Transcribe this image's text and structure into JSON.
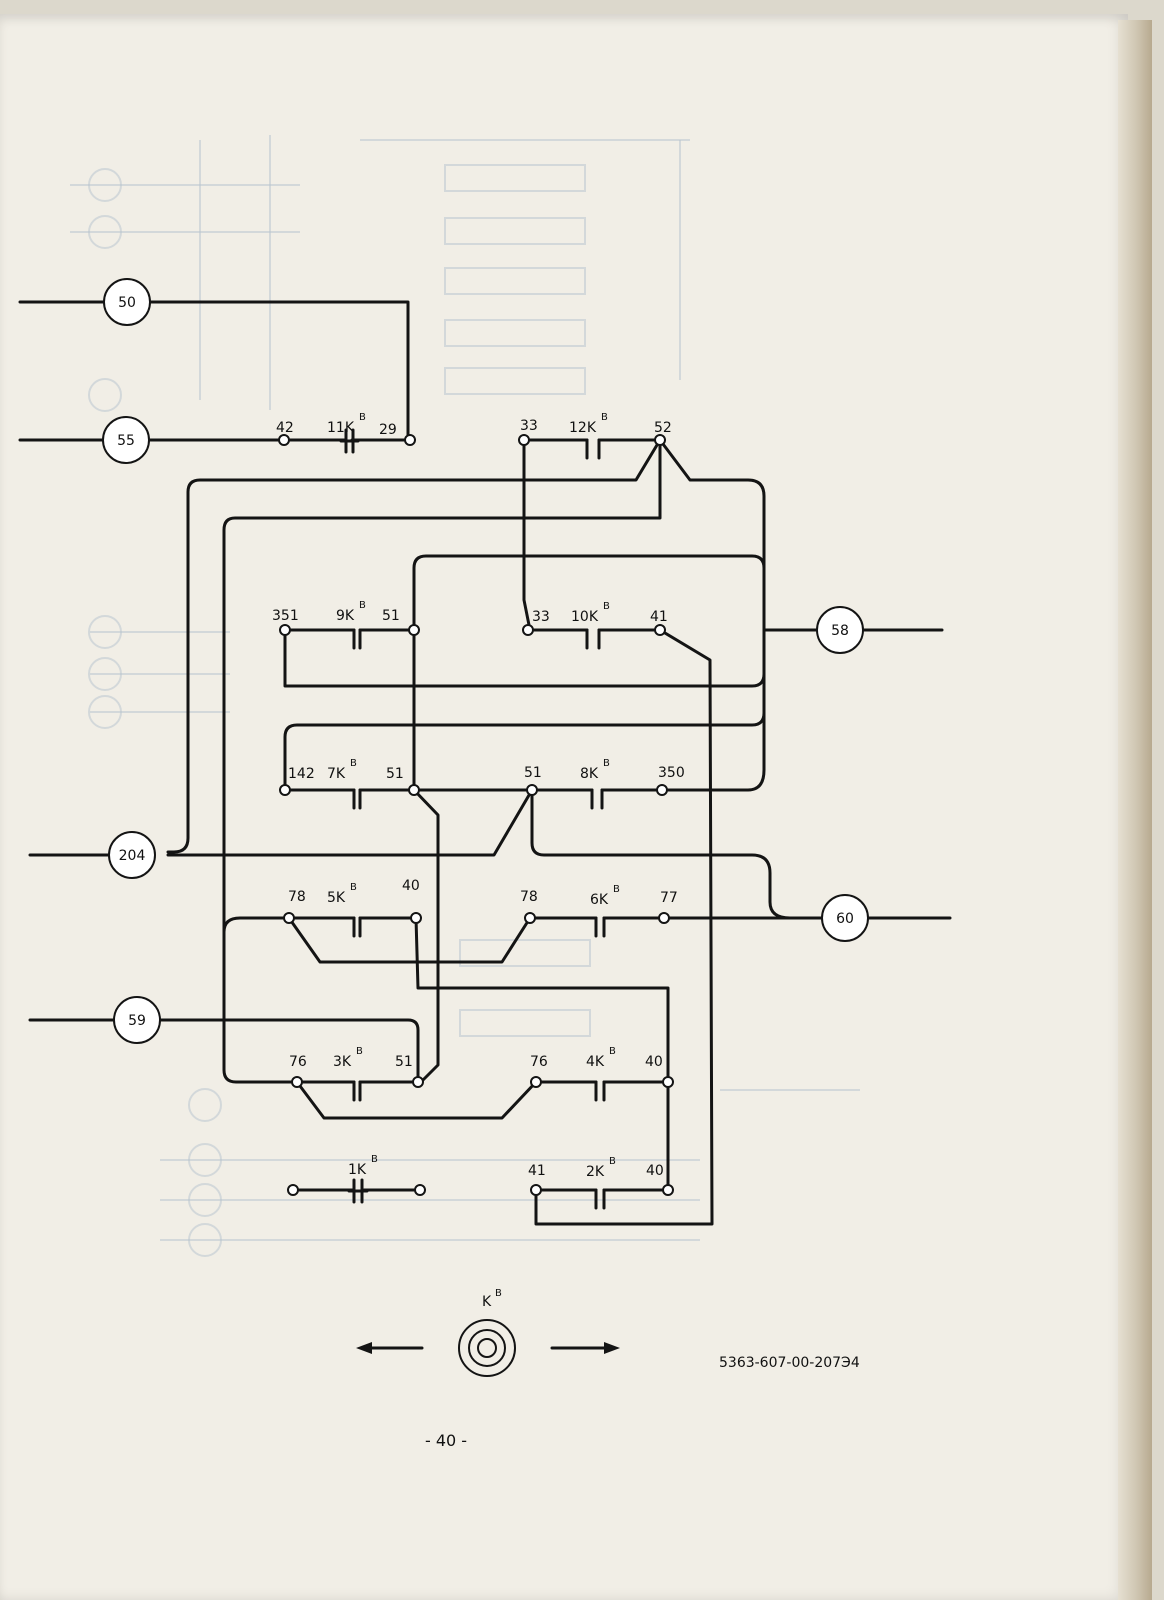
{
  "terminals": {
    "t50": "50",
    "t55": "55",
    "t58": "58",
    "t204": "204",
    "t60": "60",
    "t59": "59"
  },
  "contacts": {
    "c11": {
      "name": "11K",
      "sup": "В"
    },
    "c12": {
      "name": "12K",
      "sup": "В"
    },
    "c9": {
      "name": "9K",
      "sup": "В"
    },
    "c10": {
      "name": "10K",
      "sup": "В"
    },
    "c7": {
      "name": "7K",
      "sup": "В"
    },
    "c8": {
      "name": "8K",
      "sup": "В"
    },
    "c5": {
      "name": "5K",
      "sup": "В"
    },
    "c6": {
      "name": "6K",
      "sup": "В"
    },
    "c3": {
      "name": "3K",
      "sup": "В"
    },
    "c4": {
      "name": "4K",
      "sup": "В"
    },
    "c1": {
      "name": "1K",
      "sup": "В"
    },
    "c2": {
      "name": "2K",
      "sup": "В"
    }
  },
  "nodes": {
    "n42": "42",
    "n29": "29",
    "n33a": "33",
    "n52": "52",
    "n351": "351",
    "n51a": "51",
    "n33b": "33",
    "n41a": "41",
    "n142": "142",
    "n51b": "51",
    "n51c": "51",
    "n350": "350",
    "n78a": "78",
    "n40a": "40",
    "n78b": "78",
    "n77": "77",
    "n76a": "76",
    "n51d": "51",
    "n76b": "76",
    "n40b": "40",
    "n41b": "41",
    "n40c": "40"
  },
  "legend": {
    "name": "K",
    "sup": "В"
  },
  "drawing_number": "5363-607-00-207Э4",
  "page_number": "- 40 -"
}
